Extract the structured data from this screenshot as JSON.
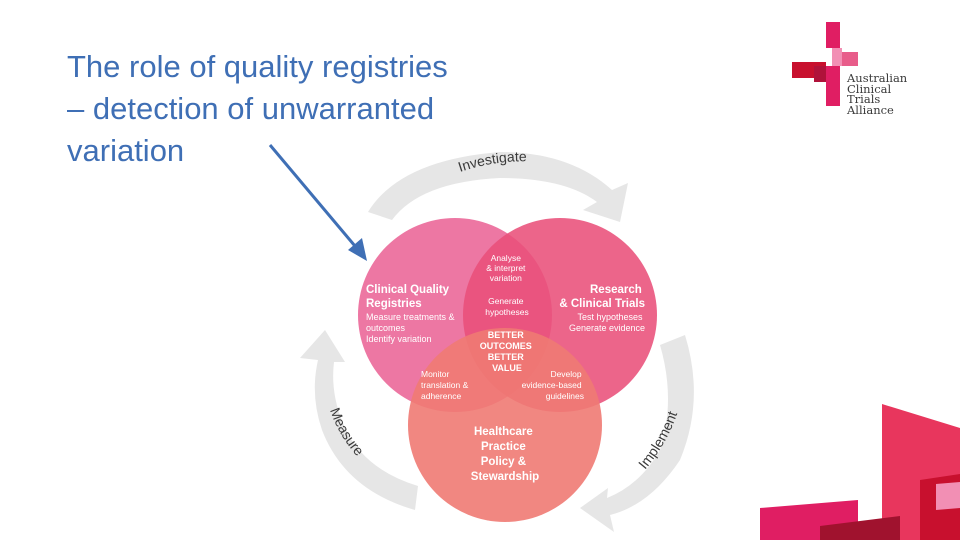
{
  "title": {
    "lines": [
      "The role of quality registries",
      "– detection of unwarranted",
      "variation"
    ]
  },
  "logo": {
    "lines": [
      "Australian",
      "Clinical",
      "Trials",
      "Alliance"
    ]
  },
  "cycle": {
    "investigate": "Investigate",
    "implement": "Implement",
    "measure": "Measure"
  },
  "circles": {
    "registries": {
      "title_lines": [
        "Clinical Quality",
        "Registries"
      ],
      "body_lines": [
        "Measure treatments &",
        "outcomes",
        "Identify variation"
      ]
    },
    "research": {
      "title_lines": [
        "Research",
        "& Clinical Trials"
      ],
      "body_lines": [
        "Test hypotheses",
        "Generate evidence"
      ]
    },
    "healthcare": {
      "title_lines": [
        "Healthcare",
        "Practice",
        "Policy &",
        "Stewardship"
      ]
    }
  },
  "overlaps": {
    "registries_research": [
      "Analyse",
      "& interpret",
      "variation",
      "Generate",
      "hypotheses"
    ],
    "center": [
      "BETTER",
      "OUTCOMES",
      "BETTER",
      "VALUE"
    ],
    "registries_healthcare": [
      "Monitor",
      "translation &",
      "adherence"
    ],
    "research_healthcare": [
      "Develop",
      "evidence-based",
      "guidelines"
    ]
  },
  "colors": {
    "title": "#3f6fb5",
    "registries_circle": "#ec6b9b",
    "research_circle": "#e9507a",
    "healthcare_circle": "#f07a73",
    "cycle_arrow": "#e6e6e6",
    "pointer_arrow": "#3f6fb5",
    "logo_accent": "#e01e63"
  }
}
